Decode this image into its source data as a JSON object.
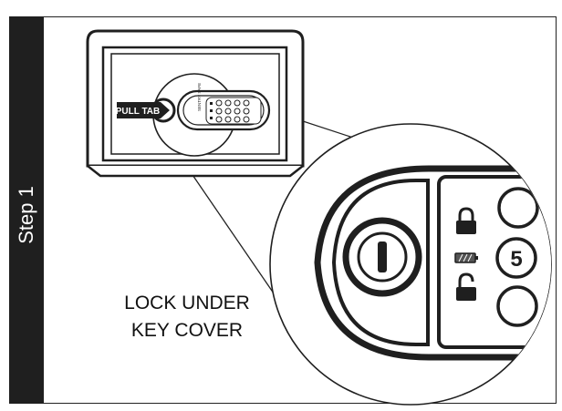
{
  "step": {
    "label": "Step 1"
  },
  "callouts": {
    "pull_tab": "PULL TAB",
    "lock_caption_line1": "LOCK UNDER",
    "lock_caption_line2": "KEY COVER",
    "brand_text": "SENTRY SAFE",
    "button_digit": "5"
  },
  "colors": {
    "ink": "#1f1f1f",
    "paper": "#ffffff",
    "battery": "#555555"
  }
}
